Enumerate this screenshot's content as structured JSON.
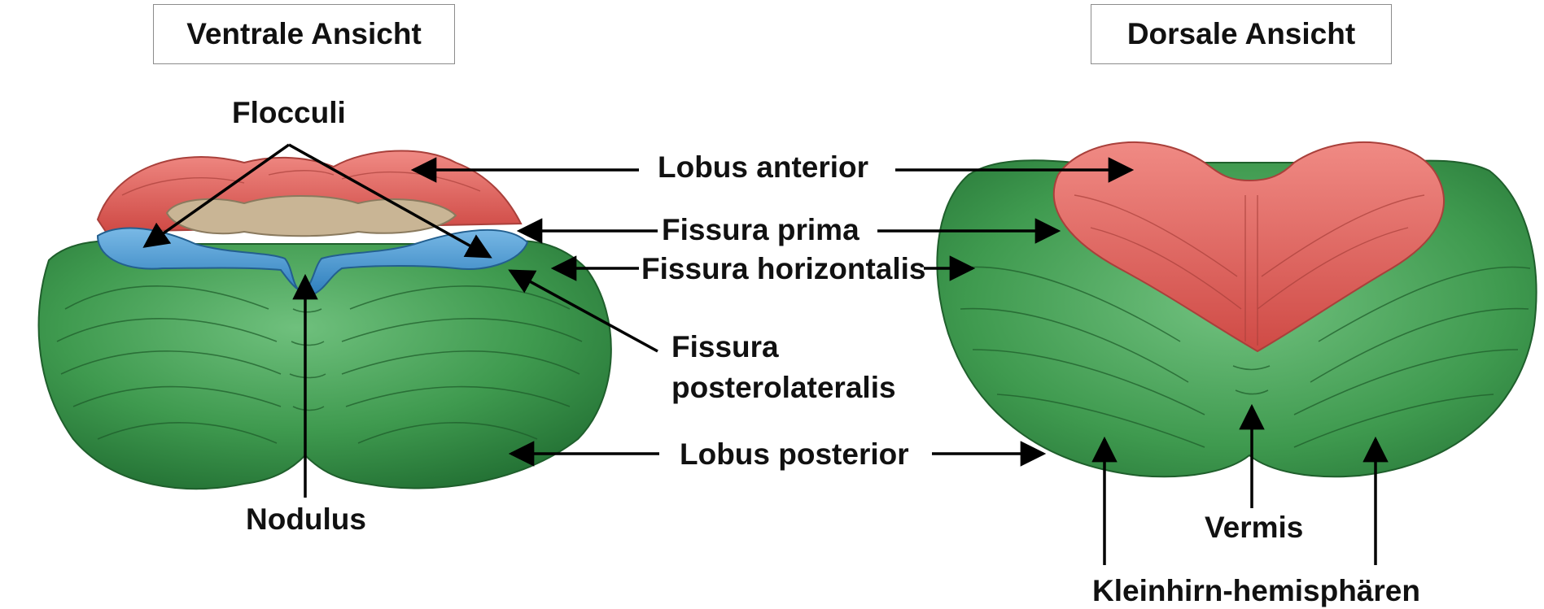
{
  "views": {
    "ventral": {
      "title": "Ventrale Ansicht"
    },
    "dorsal": {
      "title": "Dorsale Ansicht"
    }
  },
  "labels": {
    "flocculi": "Flocculi",
    "lobus_anterior": "Lobus anterior",
    "fissura_prima": "Fissura prima",
    "fissura_horizontalis": "Fissura horizontalis",
    "fissura_posterolateralis_line1": "Fissura",
    "fissura_posterolateralis_line2": "posterolateralis",
    "lobus_posterior": "Lobus posterior",
    "nodulus": "Nodulus",
    "vermis": "Vermis",
    "kleinhirn_hemispharen": "Kleinhirn-hemisphären"
  },
  "colors": {
    "anterior_lobe": "#d9544f",
    "posterior_lobe": "#3f9a4f",
    "flocculonodular_lobe": "#4a93c9",
    "cut_surface": "#c9b595",
    "arrow": "#000000"
  }
}
